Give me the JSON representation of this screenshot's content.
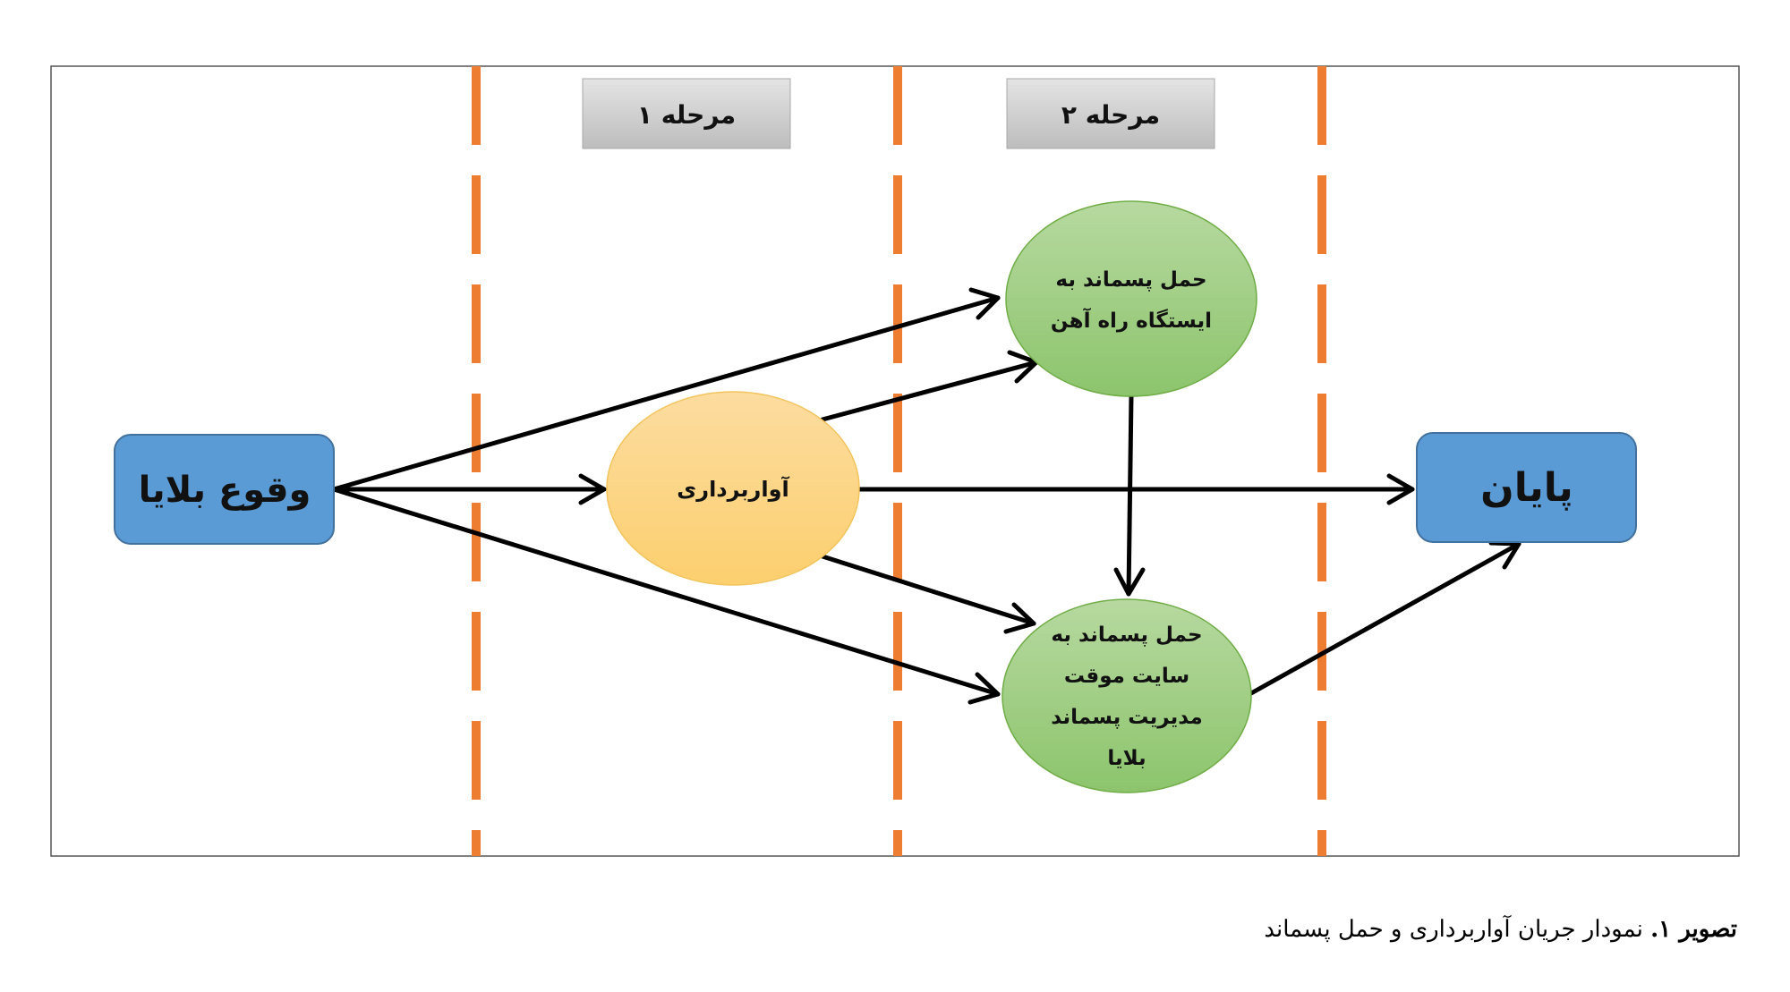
{
  "stages": [
    {
      "id": "stage-1",
      "label": "مرحله ۱"
    },
    {
      "id": "stage-2",
      "label": "مرحله ۲"
    }
  ],
  "nodes": {
    "start": {
      "lines": [
        "وقوع بلایا"
      ],
      "shape": "rounded-rectangle",
      "color": "#5b9bd5"
    },
    "demolition": {
      "lines": [
        "آواربرداری"
      ],
      "shape": "ellipse",
      "color": "#fcd47c"
    },
    "rail": {
      "lines": [
        "حمل پسماند به",
        "ایستگاه راه آهن"
      ],
      "shape": "ellipse",
      "color": "#a9d18e"
    },
    "site": {
      "lines": [
        "حمل پسماند به",
        "سایت موقت",
        "مدیریت پسماند",
        "بلایا"
      ],
      "shape": "ellipse",
      "color": "#a9d18e"
    },
    "end": {
      "lines": [
        "پایان"
      ],
      "shape": "rounded-rectangle",
      "color": "#5b9bd5"
    }
  },
  "edges": [
    {
      "from": "start",
      "to": "rail"
    },
    {
      "from": "start",
      "to": "demolition"
    },
    {
      "from": "start",
      "to": "site"
    },
    {
      "from": "demolition",
      "to": "rail"
    },
    {
      "from": "demolition",
      "to": "end"
    },
    {
      "from": "demolition",
      "to": "site"
    },
    {
      "from": "rail",
      "to": "site"
    },
    {
      "from": "site",
      "to": "end"
    }
  ],
  "caption": {
    "bold": "تصویر ۱.",
    "text": " نمودار جریان آواربرداری و حمل پسماند"
  },
  "colors": {
    "divider": "#ed7d31",
    "stage_box": "#d0d0d0",
    "border": "#404040"
  }
}
